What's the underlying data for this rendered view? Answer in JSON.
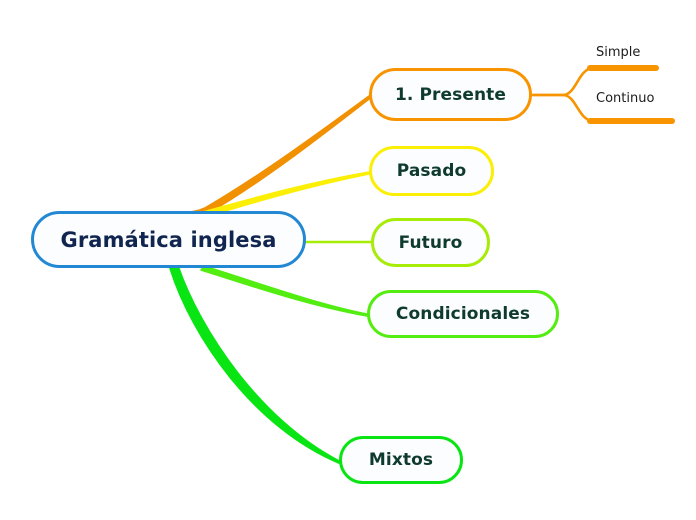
{
  "diagram": {
    "type": "mind-map",
    "background": "#ffffff",
    "root": {
      "id": "root",
      "label": "Gramática inglesa",
      "border_color": "#2288d4",
      "text_color": "#10254f",
      "fill": "#fcfdfe"
    },
    "branches": [
      {
        "id": "presente",
        "label": "1. Presente",
        "border_color": "#f79400",
        "edge_color": "#f79400",
        "text_color": "#0f3b2d",
        "children": [
          {
            "id": "simple",
            "label": "Simple",
            "underline_color": "#f79400",
            "text_color": "#1c1c1c"
          },
          {
            "id": "continuo",
            "label": "Continuo",
            "underline_color": "#f79400",
            "text_color": "#1c1c1c"
          }
        ]
      },
      {
        "id": "pasado",
        "label": "Pasado",
        "border_color": "#fbef06",
        "edge_color": "#fbef06",
        "text_color": "#0f3b2d",
        "children": []
      },
      {
        "id": "futuro",
        "label": "Futuro",
        "border_color": "#a6ec07",
        "edge_color": "#a6ec07",
        "text_color": "#0f3b2d",
        "children": []
      },
      {
        "id": "condicionales",
        "label": "Condicionales",
        "border_color": "#53ed11",
        "edge_color": "#53ed11",
        "text_color": "#0f3b2d",
        "children": []
      },
      {
        "id": "mixtos",
        "label": "Mixtos",
        "border_color": "#09e513",
        "edge_color": "#09e513",
        "text_color": "#0f3b2d",
        "children": []
      }
    ]
  }
}
